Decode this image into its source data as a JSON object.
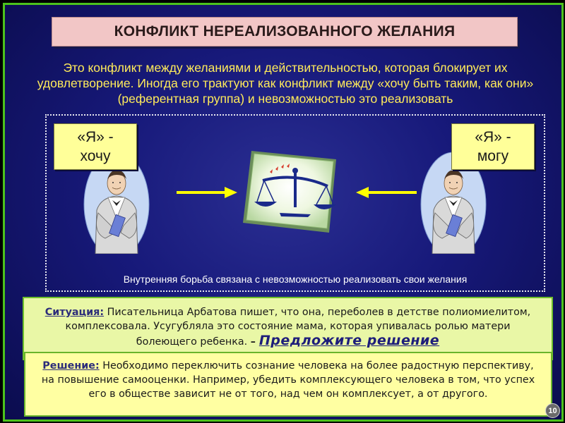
{
  "title": "КОНФЛИКТ НЕРЕАЛИЗОВАННОГО ЖЕЛАНИЯ",
  "intro": "Это конфликт между желаниями и действительностью, которая блокирует их удовлетворение. Иногда его трактуют как конфликт между «хочу быть таким, как они» (референтная группа) и невозможностью это реализовать",
  "diagram": {
    "left_bubble_line1": "«Я» -",
    "left_bubble_line2": "хочу",
    "right_bubble_line1": "«Я» -",
    "right_bubble_line2": "могу",
    "caption": "Внутренняя борьба связана с невозможностью реализовать свои желания"
  },
  "situation": {
    "label": "Ситуация:",
    "text": " Писательница Арбатова пишет, что она, переболев в детстве полиомиелитом, комплексовала. Усугубляла это состояние мама, которая упивалась ролью матери болеющего ребенка. ",
    "dash": "– ",
    "call_to_action": "Предложите решение"
  },
  "solution": {
    "label": "Решение:",
    "text": " Необходимо переключить сознание человека на более радостную перспективу, на повышение самооценки. Например, убедить комплексующего человека в том, что успех его в обществе зависит не от того, над чем он комплексует, а от другого."
  },
  "page_number": "10",
  "colors": {
    "frame": "#4cc31c",
    "background": "#17197a",
    "intro_text": "#ffeb5a",
    "title_box": "#f2c6c6",
    "bubble": "#ffff99",
    "arrow": "#ffff00",
    "situation_box": "#e9f7a6",
    "solution_box": "#ffffa2"
  },
  "icons": [
    "man-in-suit-figure",
    "scales-of-justice-icon",
    "yellow-arrow-right",
    "yellow-arrow-left"
  ]
}
